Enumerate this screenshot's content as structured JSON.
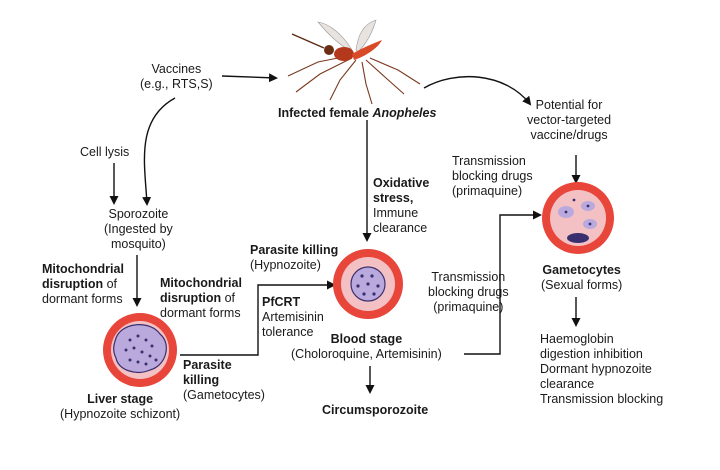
{
  "vector": {
    "title_prefix": "Infected female",
    "title_species": "Anopheles"
  },
  "vaccines": {
    "line1": "Vaccines",
    "line2": "(e.g., RTS,S)"
  },
  "potential": {
    "line1": "Potential for",
    "line2": "vector-targeted",
    "line3": "vaccine/drugs"
  },
  "cell_lysis": "Cell lysis",
  "sporozoite": {
    "line1": "Sporozoite",
    "line2": "(Ingested by",
    "line3": "mosquito)"
  },
  "mito_left": {
    "bold1": "Mitochondrial",
    "bold2": "disruption",
    "rest2": "of",
    "line3": "dormant forms"
  },
  "mito_right": {
    "bold1": "Mitochondrial",
    "bold2": "disruption",
    "rest2": "of",
    "line3": "dormant forms"
  },
  "liver_stage": {
    "title": "Liver stage",
    "subtitle": "(Hypnozoite schizont)"
  },
  "parasite_killing_gam": {
    "bold1": "Parasite",
    "bold2": "killing",
    "line3": "(Gametocytes)"
  },
  "parasite_killing_hyp": {
    "bold": "Parasite killing",
    "line2": "(Hypnozoite)"
  },
  "pfcrt": {
    "bold": "PfCRT",
    "line2": "Artemisinin",
    "line3": "tolerance"
  },
  "oxidative": {
    "bold1": "Oxidative",
    "bold2": "stress,",
    "line3": "Immune",
    "line4": "clearance"
  },
  "blood_stage": {
    "title": "Blood stage",
    "subtitle": "(Choloroquine, Artemisinin)"
  },
  "circumsporozoite": "Circumsporozoite",
  "tbd_top": {
    "line1": "Transmission",
    "line2": "blocking drugs",
    "line3": "(primaquine)"
  },
  "tbd_mid": {
    "line1": "Transmission",
    "line2": "blocking drugs",
    "line3": "(primaquine)"
  },
  "gametocytes": {
    "title": "Gametocytes",
    "subtitle": "(Sexual forms)"
  },
  "effects": {
    "items": [
      "Haemoglobin",
      "digestion inhibition",
      "Dormant hypnozoite",
      "clearance",
      "Transmission blocking"
    ]
  },
  "colors": {
    "cell_ring": "#e8463a",
    "cell_inner": "#f3c1c4",
    "parasite": "#b9a9dd",
    "parasite_dark": "#3a2f6e",
    "mosquito_body": "#d94a28",
    "arrow": "#111111"
  }
}
